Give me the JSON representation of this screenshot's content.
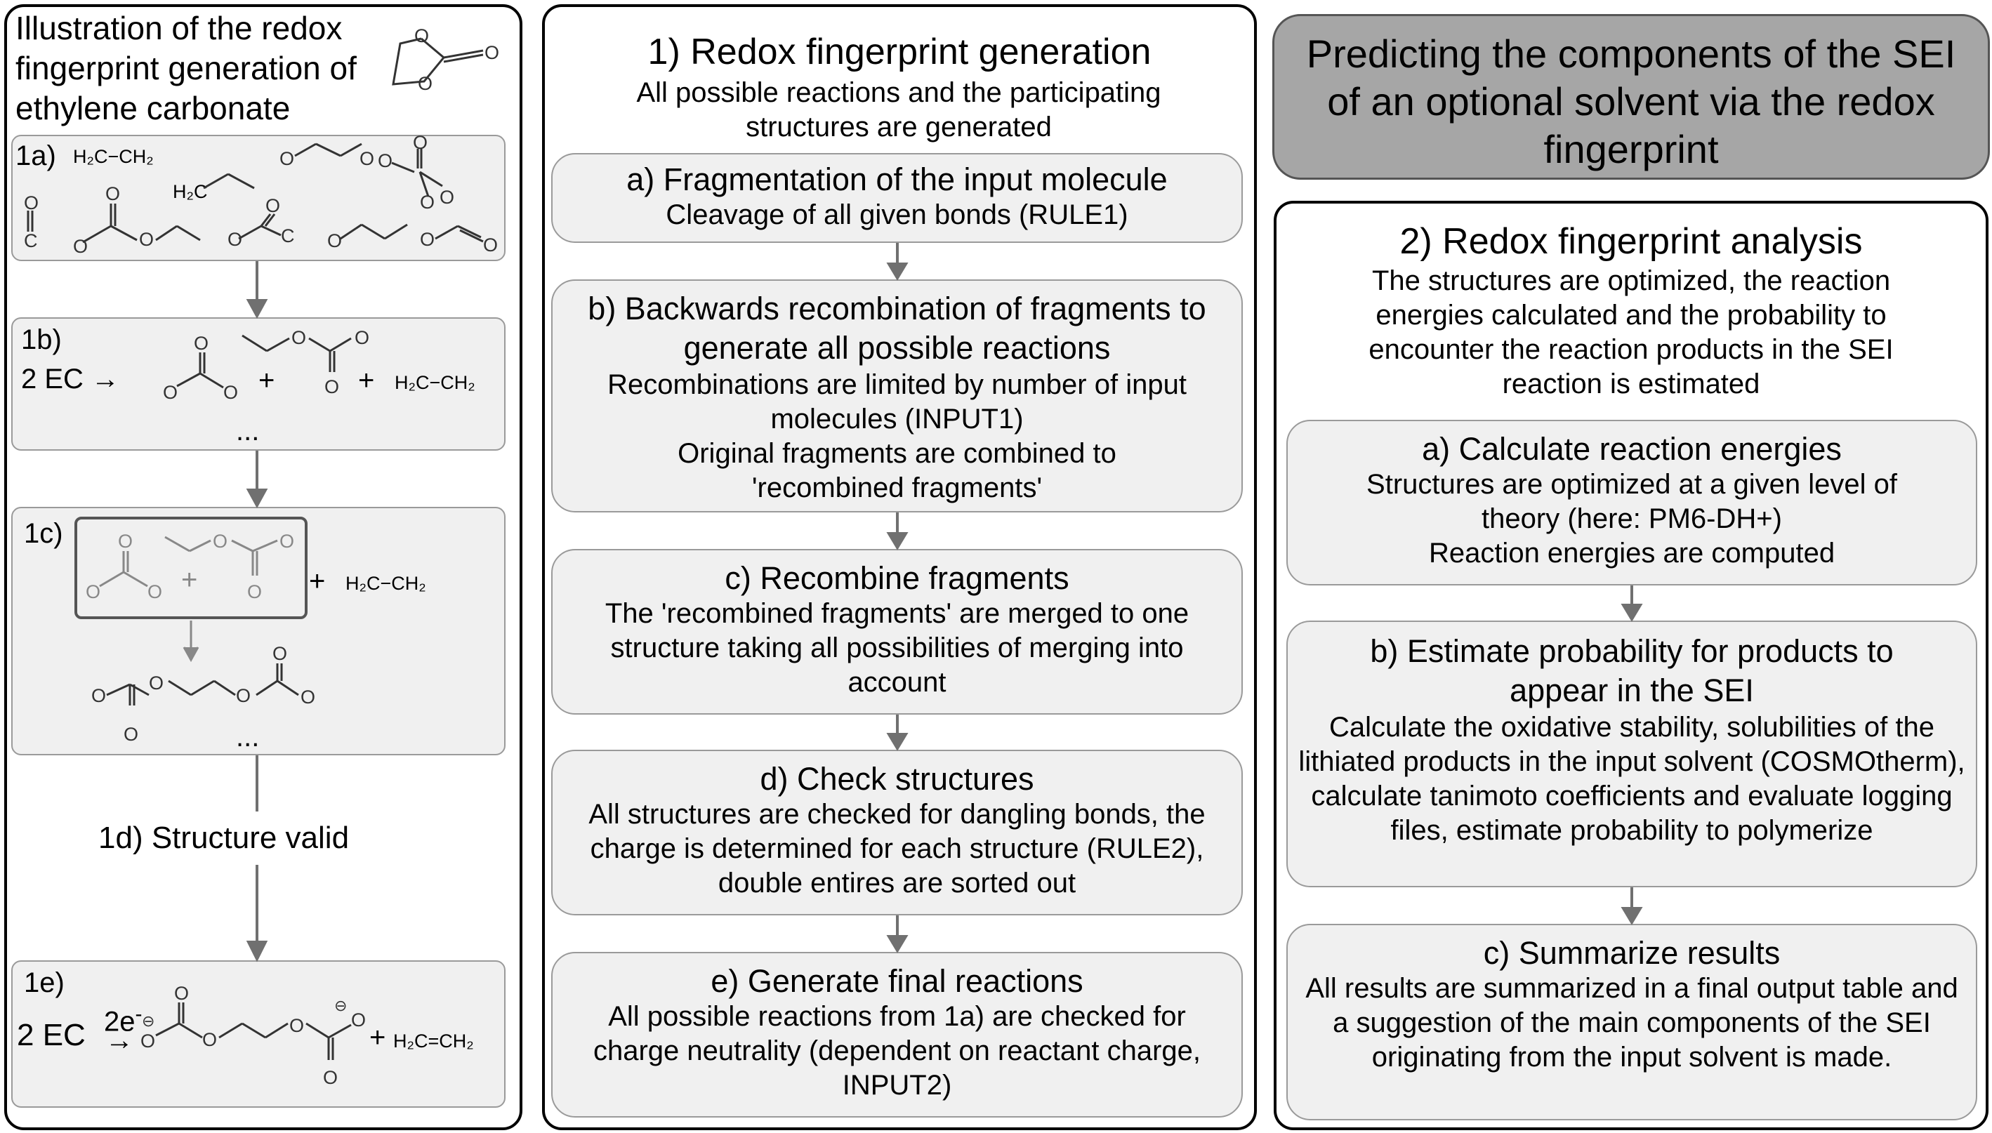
{
  "left": {
    "title": "Illustration of the redox fingerprint generation of ethylene carbonate",
    "steps": {
      "s1a": {
        "label": "1a)",
        "formula1": "H₂C−CH₂",
        "formula2": "H₂C",
        "co": "C"
      },
      "s1b": {
        "label": "1b)",
        "equation": "2 EC →",
        "plus1": "+",
        "plus2": "+",
        "formula": "H₂C−CH₂",
        "ellipsis": "..."
      },
      "s1c": {
        "label": "1c)",
        "plus_inner": "+",
        "plus_outer": "+",
        "formula": "H₂C−CH₂",
        "ellipsis": "..."
      },
      "s1d": {
        "label": "1d) Structure valid"
      },
      "s1e": {
        "label": "1e)",
        "equation": "2 EC",
        "electrons": "2e",
        "electrons_sup": "-",
        "plus": "+",
        "formula": "H₂C=CH₂"
      }
    }
  },
  "middle": {
    "title": "1) Redox fingerprint generation",
    "subtitle": "All possible reactions and the participating structures are generated",
    "boxes": [
      {
        "title": "a) Fragmentation of the input molecule",
        "body": "Cleavage of all given bonds (RULE1)"
      },
      {
        "title": "b) Backwards recombination of  fragments to generate all possible reactions",
        "body": "Recombinations are limited by number of input molecules (INPUT1)",
        "body2": "Original fragments are combined to 'recombined fragments'"
      },
      {
        "title": "c) Recombine fragments",
        "body": "The 'recombined fragments' are merged to one structure taking all possibilities of merging into account"
      },
      {
        "title": "d) Check structures",
        "body": "All structures are checked for dangling bonds, the charge is determined for each structure (RULE2), double entires are sorted out"
      },
      {
        "title": "e) Generate final reactions",
        "body": "All possible reactions from 1a) are checked for charge neutrality (dependent on reactant charge, INPUT2)"
      }
    ]
  },
  "right": {
    "header": "Predicting the components of the SEI of an optional solvent via the redox fingerprint",
    "title": "2) Redox fingerprint analysis",
    "subtitle": "The structures are optimized, the reaction energies calculated and the probability to encounter the reaction products in the SEI reaction is estimated",
    "boxes": [
      {
        "title": "a) Calculate reaction energies",
        "body": "Structures are optimized at a given level of theory (here: PM6-DH+)",
        "body2": "Reaction energies are computed"
      },
      {
        "title": "b) Estimate probability for products to appear in the SEI",
        "body": "Calculate the oxidative stability, solubilities of the lithiated products in the input solvent (COSMOtherm), calculate tanimoto coefficients and evaluate logging files, estimate probability to polymerize"
      },
      {
        "title": "c) Summarize results",
        "body": "All results are summarized in a final output table and a suggestion of the main components of the SEI originating from the input solvent is made."
      }
    ]
  },
  "colors": {
    "box_fill": "#f0f0f0",
    "header_fill": "#a6a6a6",
    "arrow": "#707070",
    "border": "#000000"
  }
}
